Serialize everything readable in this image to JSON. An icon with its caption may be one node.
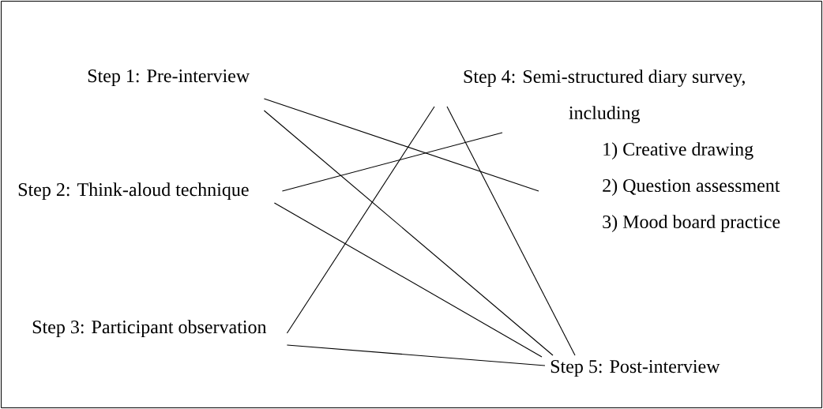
{
  "diagram": {
    "nodes": [
      {
        "text": [
          "Step 1: Pre-interview"
        ]
      },
      {
        "text": [
          "Step 2: Think-aloud technique"
        ]
      },
      {
        "text": [
          "Step 3: Participant observation"
        ]
      },
      {
        "text": [
          "Step 4: Semi-structured diary survey, including",
          "1) Creative drawing",
          "2) Question assessment",
          "3) Mood board practice"
        ]
      },
      {
        "text": [
          "Step 5: Post-interview"
        ]
      }
    ],
    "edges": [
      {
        "from": 0,
        "to": 3,
        "arrow": "none"
      },
      {
        "from": 0,
        "to": 4,
        "arrow": "none"
      },
      {
        "from": 1,
        "to": 3,
        "arrow": "none"
      },
      {
        "from": 1,
        "to": 4,
        "arrow": "none"
      },
      {
        "from": 2,
        "to": 3,
        "arrow": "none"
      },
      {
        "from": 2,
        "to": 4,
        "arrow": "none"
      },
      {
        "from": 3,
        "to": 4,
        "arrow": "none"
      }
    ]
  }
}
